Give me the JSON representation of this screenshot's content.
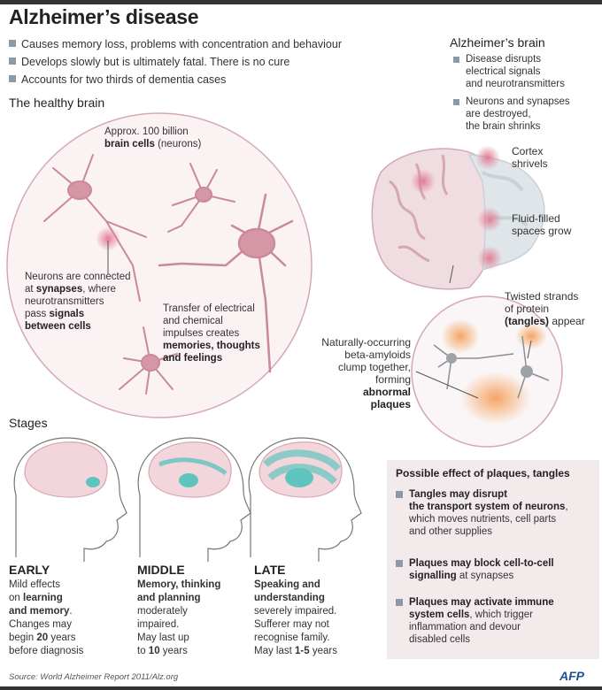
{
  "title": "Alzheimer’s disease",
  "bullets": [
    "Causes memory loss, problems with concentration and behaviour",
    "Develops slowly but is ultimately fatal. There is no cure",
    "Accounts for two thirds of dementia cases"
  ],
  "healthy": {
    "heading": "The healthy brain",
    "cells_pre": "Approx. 100 billion",
    "cells_bold": "brain cells",
    "cells_post": " (neurons)",
    "syn_1": "Neurons are connected",
    "syn_2a": "at ",
    "syn_2b": "synapses",
    "syn_2c": ", where",
    "syn_3": "neurotransmitters",
    "syn_4a": "pass ",
    "syn_4b": "signals",
    "syn_5": "between cells",
    "tr_1": "Transfer of electrical",
    "tr_2": "and chemical",
    "tr_3": "impulses creates",
    "tr_4": "memories, thoughts",
    "tr_5": "and feelings"
  },
  "alz": {
    "heading": "Alzheimer’s brain",
    "b1": [
      "Disease disrupts",
      "electrical signals",
      "and neurotransmitters"
    ],
    "b2": [
      "Neurons and synapses",
      "are destroyed,",
      "the brain  shrinks"
    ],
    "cortex": [
      "Cortex",
      "shrivels"
    ],
    "fluid": [
      "Fluid-filled",
      "spaces grow"
    ],
    "tangles_1": "Twisted strands",
    "tangles_2": "of protein",
    "tangles_3b": "(tangles)",
    "tangles_3c": " appear",
    "plaques": [
      "Naturally-occurring",
      "beta-amyloids",
      "clump together,",
      "forming"
    ],
    "plaques_bold": [
      "abnormal",
      "plaques"
    ]
  },
  "stages": {
    "heading": "Stages",
    "early": {
      "title": "EARLY",
      "l1": "Mild effects",
      "l2a": "on ",
      "l2b": "learning",
      "l3b": "and memory",
      "l3c": ".",
      "l4": "Changes may",
      "l5a": "begin ",
      "l5b": "20",
      "l5c": " years",
      "l6": "before diagnosis"
    },
    "middle": {
      "title": "MIDDLE",
      "l1": "Memory, thinking",
      "l2": "and planning",
      "l3": "moderately",
      "l4": "impaired.",
      "l5": "May last up",
      "l6a": "to ",
      "l6b": "10",
      "l6c": " years"
    },
    "late": {
      "title": "LATE",
      "l1": "Speaking and",
      "l2": "understanding",
      "l3": "severely impaired.",
      "l4": "Sufferer may not",
      "l5": "recognise family.",
      "l6a": "May last ",
      "l6b": "1-5",
      "l6c": " years"
    }
  },
  "effects": {
    "heading": "Possible effect of plaques, tangles",
    "i1_b1": "Tangles may disrupt",
    "i1_b2": "the transport system of neurons",
    "i1_c": ",",
    "i1_3": "which moves nutrients, cell parts",
    "i1_4": "and other supplies",
    "i2_b1": "Plaques may block cell-to-cell",
    "i2_b2": "signalling",
    "i2_c": " at synapses",
    "i3_b1": "Plaques may activate immune",
    "i3_b2": "system cells",
    "i3_c": ", which trigger",
    "i3_3": "inflammation and devour",
    "i3_4": "disabled cells"
  },
  "source": "Source: World Alzheimer Report 2011/Alz.org",
  "logo": "AFP",
  "colors": {
    "neuron": "#d597a6",
    "accent": "#e4a2b2",
    "teal": "#5fc4bf",
    "orange": "#f5b57e",
    "box": "#f3eaec"
  }
}
